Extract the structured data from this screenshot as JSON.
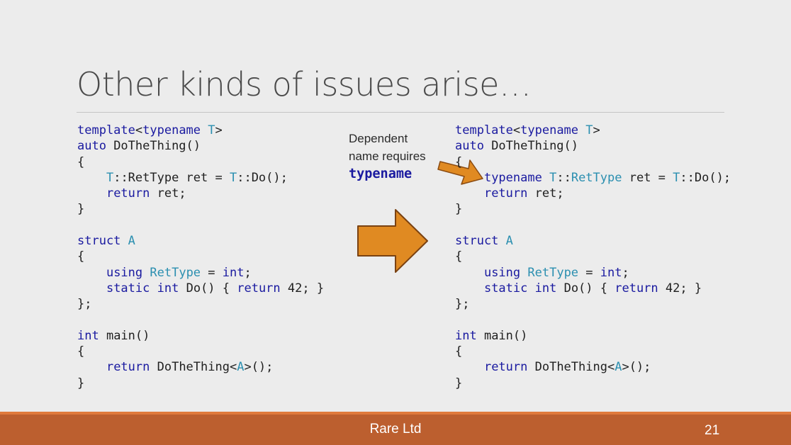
{
  "slide": {
    "title": "Other kinds of issues arise…",
    "footer": "Rare Ltd",
    "page_number": "21"
  },
  "annotation": {
    "line1": "Dependent",
    "line2": "name requires",
    "keyword": "typename"
  },
  "code_left": [
    [
      {
        "t": "template",
        "c": "kw"
      },
      {
        "t": "<"
      },
      {
        "t": "typename",
        "c": "kw"
      },
      {
        "t": " "
      },
      {
        "t": "T",
        "c": "ty"
      },
      {
        "t": ">"
      }
    ],
    [
      {
        "t": "auto",
        "c": "kw"
      },
      {
        "t": " DoTheThing()"
      }
    ],
    [
      {
        "t": "{"
      }
    ],
    [
      {
        "t": "    "
      },
      {
        "t": "T",
        "c": "ty"
      },
      {
        "t": "::RetType ret = "
      },
      {
        "t": "T",
        "c": "ty"
      },
      {
        "t": "::Do();"
      }
    ],
    [
      {
        "t": "    "
      },
      {
        "t": "return",
        "c": "kw"
      },
      {
        "t": " ret;"
      }
    ],
    [
      {
        "t": "}"
      }
    ],
    [
      {
        "t": ""
      }
    ],
    [
      {
        "t": "struct",
        "c": "kw"
      },
      {
        "t": " "
      },
      {
        "t": "A",
        "c": "ty"
      }
    ],
    [
      {
        "t": "{"
      }
    ],
    [
      {
        "t": "    "
      },
      {
        "t": "using",
        "c": "kw"
      },
      {
        "t": " "
      },
      {
        "t": "RetType",
        "c": "ty"
      },
      {
        "t": " = "
      },
      {
        "t": "int",
        "c": "kw"
      },
      {
        "t": ";"
      }
    ],
    [
      {
        "t": "    "
      },
      {
        "t": "static",
        "c": "kw"
      },
      {
        "t": " "
      },
      {
        "t": "int",
        "c": "kw"
      },
      {
        "t": " Do() { "
      },
      {
        "t": "return",
        "c": "kw"
      },
      {
        "t": " 42; }"
      }
    ],
    [
      {
        "t": "};"
      }
    ],
    [
      {
        "t": ""
      }
    ],
    [
      {
        "t": "int",
        "c": "kw"
      },
      {
        "t": " main()"
      }
    ],
    [
      {
        "t": "{"
      }
    ],
    [
      {
        "t": "    "
      },
      {
        "t": "return",
        "c": "kw"
      },
      {
        "t": " DoTheThing<"
      },
      {
        "t": "A",
        "c": "ty"
      },
      {
        "t": ">();"
      }
    ],
    [
      {
        "t": "}"
      }
    ]
  ],
  "code_right": [
    [
      {
        "t": "template",
        "c": "kw"
      },
      {
        "t": "<"
      },
      {
        "t": "typename",
        "c": "kw"
      },
      {
        "t": " "
      },
      {
        "t": "T",
        "c": "ty"
      },
      {
        "t": ">"
      }
    ],
    [
      {
        "t": "auto",
        "c": "kw"
      },
      {
        "t": " DoTheThing()"
      }
    ],
    [
      {
        "t": "{"
      }
    ],
    [
      {
        "t": "    "
      },
      {
        "t": "typename",
        "c": "kw"
      },
      {
        "t": " "
      },
      {
        "t": "T",
        "c": "ty"
      },
      {
        "t": "::"
      },
      {
        "t": "RetType",
        "c": "ty"
      },
      {
        "t": " ret = "
      },
      {
        "t": "T",
        "c": "ty"
      },
      {
        "t": "::Do();"
      }
    ],
    [
      {
        "t": "    "
      },
      {
        "t": "return",
        "c": "kw"
      },
      {
        "t": " ret;"
      }
    ],
    [
      {
        "t": "}"
      }
    ],
    [
      {
        "t": ""
      }
    ],
    [
      {
        "t": "struct",
        "c": "kw"
      },
      {
        "t": " "
      },
      {
        "t": "A",
        "c": "ty"
      }
    ],
    [
      {
        "t": "{"
      }
    ],
    [
      {
        "t": "    "
      },
      {
        "t": "using",
        "c": "kw"
      },
      {
        "t": " "
      },
      {
        "t": "RetType",
        "c": "ty"
      },
      {
        "t": " = "
      },
      {
        "t": "int",
        "c": "kw"
      },
      {
        "t": ";"
      }
    ],
    [
      {
        "t": "    "
      },
      {
        "t": "static",
        "c": "kw"
      },
      {
        "t": " "
      },
      {
        "t": "int",
        "c": "kw"
      },
      {
        "t": " Do() { "
      },
      {
        "t": "return",
        "c": "kw"
      },
      {
        "t": " 42; }"
      }
    ],
    [
      {
        "t": "};"
      }
    ],
    [
      {
        "t": ""
      }
    ],
    [
      {
        "t": "int",
        "c": "kw"
      },
      {
        "t": " main()"
      }
    ],
    [
      {
        "t": "{"
      }
    ],
    [
      {
        "t": "    "
      },
      {
        "t": "return",
        "c": "kw"
      },
      {
        "t": " DoTheThing<"
      },
      {
        "t": "A",
        "c": "ty"
      },
      {
        "t": ">();"
      }
    ],
    [
      {
        "t": "}"
      }
    ]
  ],
  "colors": {
    "background": "#ececec",
    "keyword": "#1a1aa0",
    "type": "#2b8fb0",
    "arrow_fill": "#e08a22",
    "footer": "#bc5f2f"
  },
  "icons": {
    "small_arrow": "right-arrow-icon",
    "big_arrow": "right-arrow-icon"
  }
}
